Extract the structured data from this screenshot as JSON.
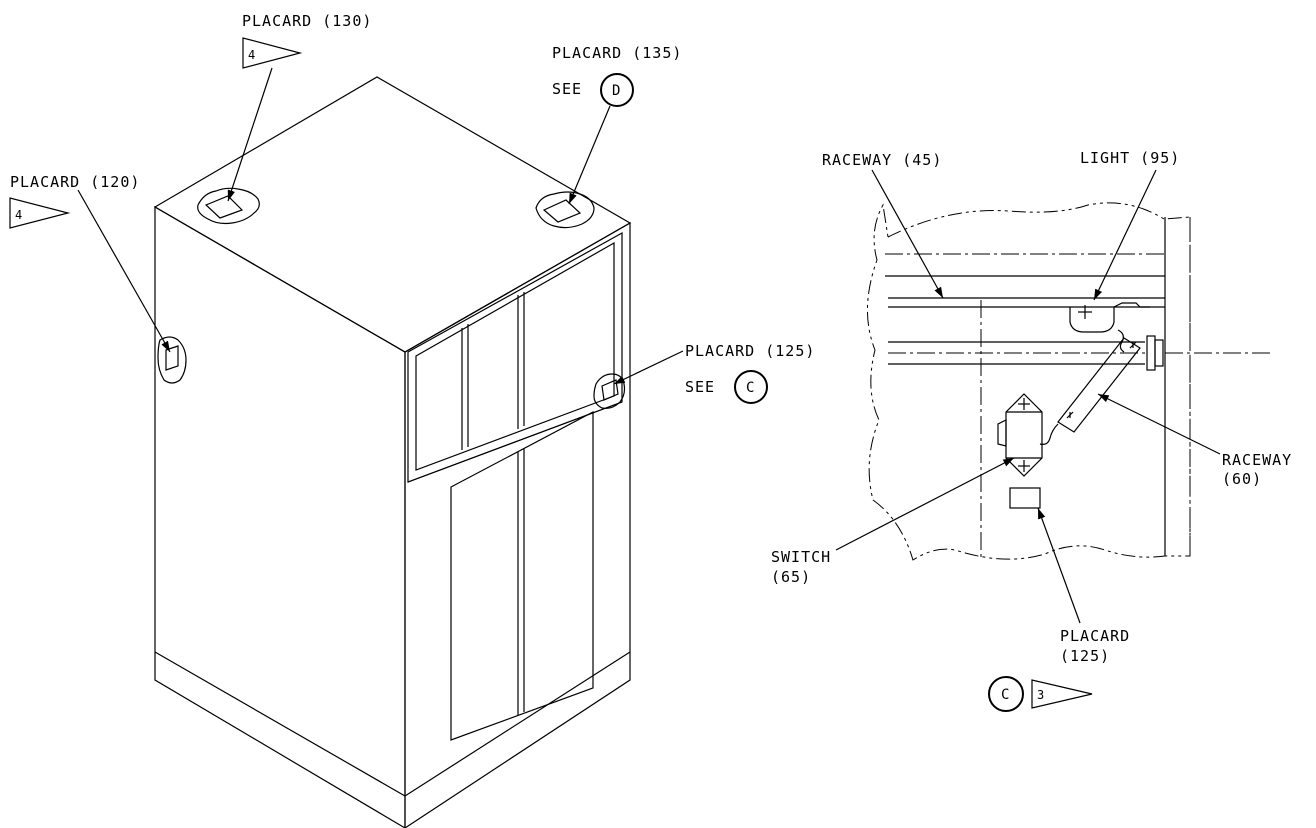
{
  "callouts": {
    "placard_130": "PLACARD (130)",
    "placard_135": "PLACARD (135)",
    "see_d": "SEE",
    "detail_d": "D",
    "placard_120": "PLACARD (120)",
    "placard_125": "PLACARD (125)",
    "see_c": "SEE",
    "detail_c": "C",
    "flag_130": "4",
    "flag_120": "4"
  },
  "detail_view": {
    "raceway_45": "RACEWAY (45)",
    "light_95": "LIGHT (95)",
    "raceway_60_line1": "RACEWAY",
    "raceway_60_line2": "(60)",
    "switch_65_line1": "SWITCH",
    "switch_65_line2": "(65)",
    "placard_125_line1": "PLACARD",
    "placard_125_line2": "(125)",
    "detail_id": "C",
    "flag_detail": "3"
  }
}
